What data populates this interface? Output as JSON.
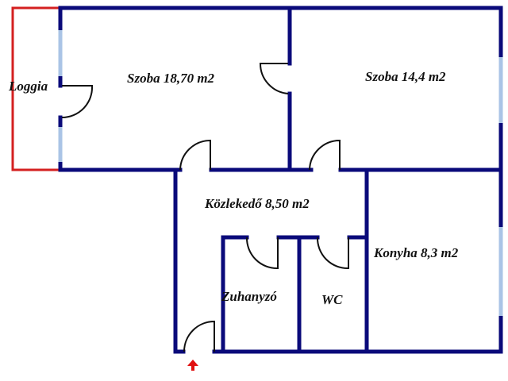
{
  "plan": {
    "colors": {
      "wall": "#0a0a7a",
      "window": "#aac4e6",
      "loggia": "#d42020",
      "door": "#111111",
      "entrance_arrow": "#e01010"
    },
    "rooms": [
      {
        "name": "Loggia",
        "label": "Loggia"
      },
      {
        "name": "Szoba",
        "label": "Szoba 18,70 m2",
        "area": "18,70 m2"
      },
      {
        "name": "Szoba",
        "label": "Szoba 14,4 m2",
        "area": "14,4 m2"
      },
      {
        "name": "Közlekedő",
        "label": "Közlekedő 8,50 m2",
        "area": "8,50 m2"
      },
      {
        "name": "Konyha",
        "label": "Konyha 8,3 m2",
        "area": "8,3 m2"
      },
      {
        "name": "Zuhanyzó",
        "label": "Zuhanyzó"
      },
      {
        "name": "WC",
        "label": "WC"
      }
    ],
    "entrance": "entrance-arrow"
  }
}
